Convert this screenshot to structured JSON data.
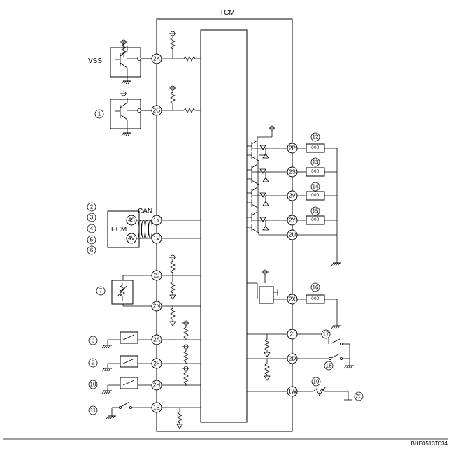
{
  "title": "TCM",
  "code": "BHE0513T034",
  "labels": {
    "vss": "VSS",
    "can": "CAN",
    "pcm": "PCM"
  },
  "pcm_pins": [
    "4S",
    "4V"
  ],
  "tcm_pins": {
    "p2K": "2K",
    "p2G": "2G",
    "p1Y": "1Y",
    "p1V": "1V",
    "p2J": "2J",
    "p2N": "2N",
    "p2A": "2A",
    "p2F": "2F",
    "p2H": "2H",
    "p1E": "1E",
    "p2P": "2P",
    "p2S": "2S",
    "p2V": "2V",
    "p2Y": "2Y",
    "p2U": "2U",
    "p2X": "2X",
    "p2I": "2I",
    "p2D": "2D",
    "p1W": "1W"
  },
  "callouts": [
    "1",
    "2",
    "3",
    "4",
    "5",
    "6",
    "7",
    "8",
    "9",
    "10",
    "11",
    "12",
    "13",
    "14",
    "15",
    "16",
    "17",
    "18",
    "19",
    "20"
  ],
  "solenoid_marking": "000"
}
